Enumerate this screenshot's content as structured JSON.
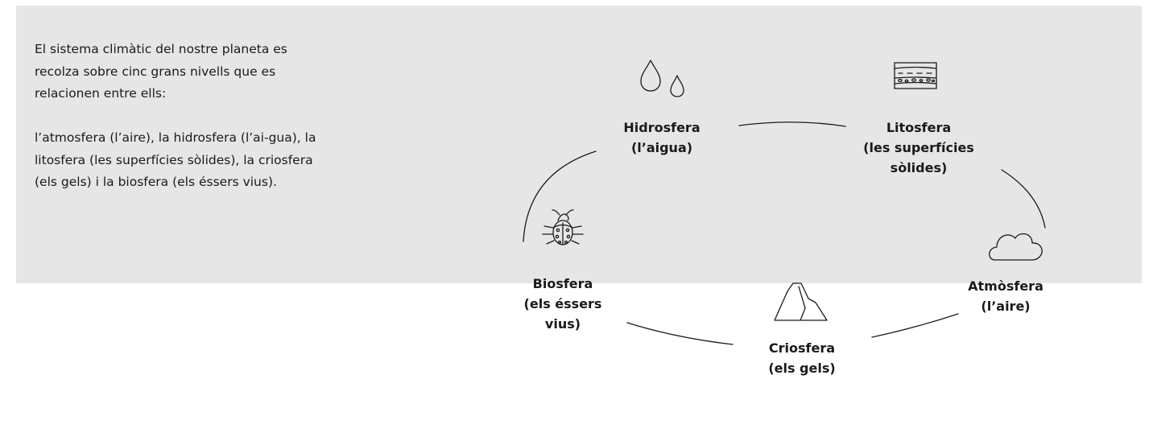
{
  "intro": {
    "paragraph1": "El sistema climàtic del nostre planeta es recolza sobre cinc grans nivells que es relacionen entre ells:",
    "paragraph2": "l’atmosfera (l’aire), la hidrosfera (l’ai-gua), la litosfera (les superfícies sòlides), la criosfera (els gels) i la biosfera (els éssers vius)."
  },
  "nodes": {
    "hidrosfera": {
      "line1": "Hidrosfera",
      "line2": "(l’aigua)",
      "icon": "water-drops-icon"
    },
    "litosfera": {
      "line1": "Litosfera",
      "line2": "(les superfícies",
      "line3": "sòlides)",
      "icon": "rock-layers-icon"
    },
    "atmosfera": {
      "line1": "Atmòsfera",
      "line2": "(l’aire)",
      "icon": "cloud-icon"
    },
    "criosfera": {
      "line1": "Criosfera",
      "line2": "(els gels)",
      "icon": "iceberg-icon"
    },
    "biosfera": {
      "line1": "Biosfera",
      "line2": "(els éssers",
      "line3": "vius)",
      "icon": "ladybug-icon"
    }
  },
  "colors": {
    "panel": "#e6e6e6",
    "ink": "#1a1a1a",
    "background": "#ffffff"
  }
}
